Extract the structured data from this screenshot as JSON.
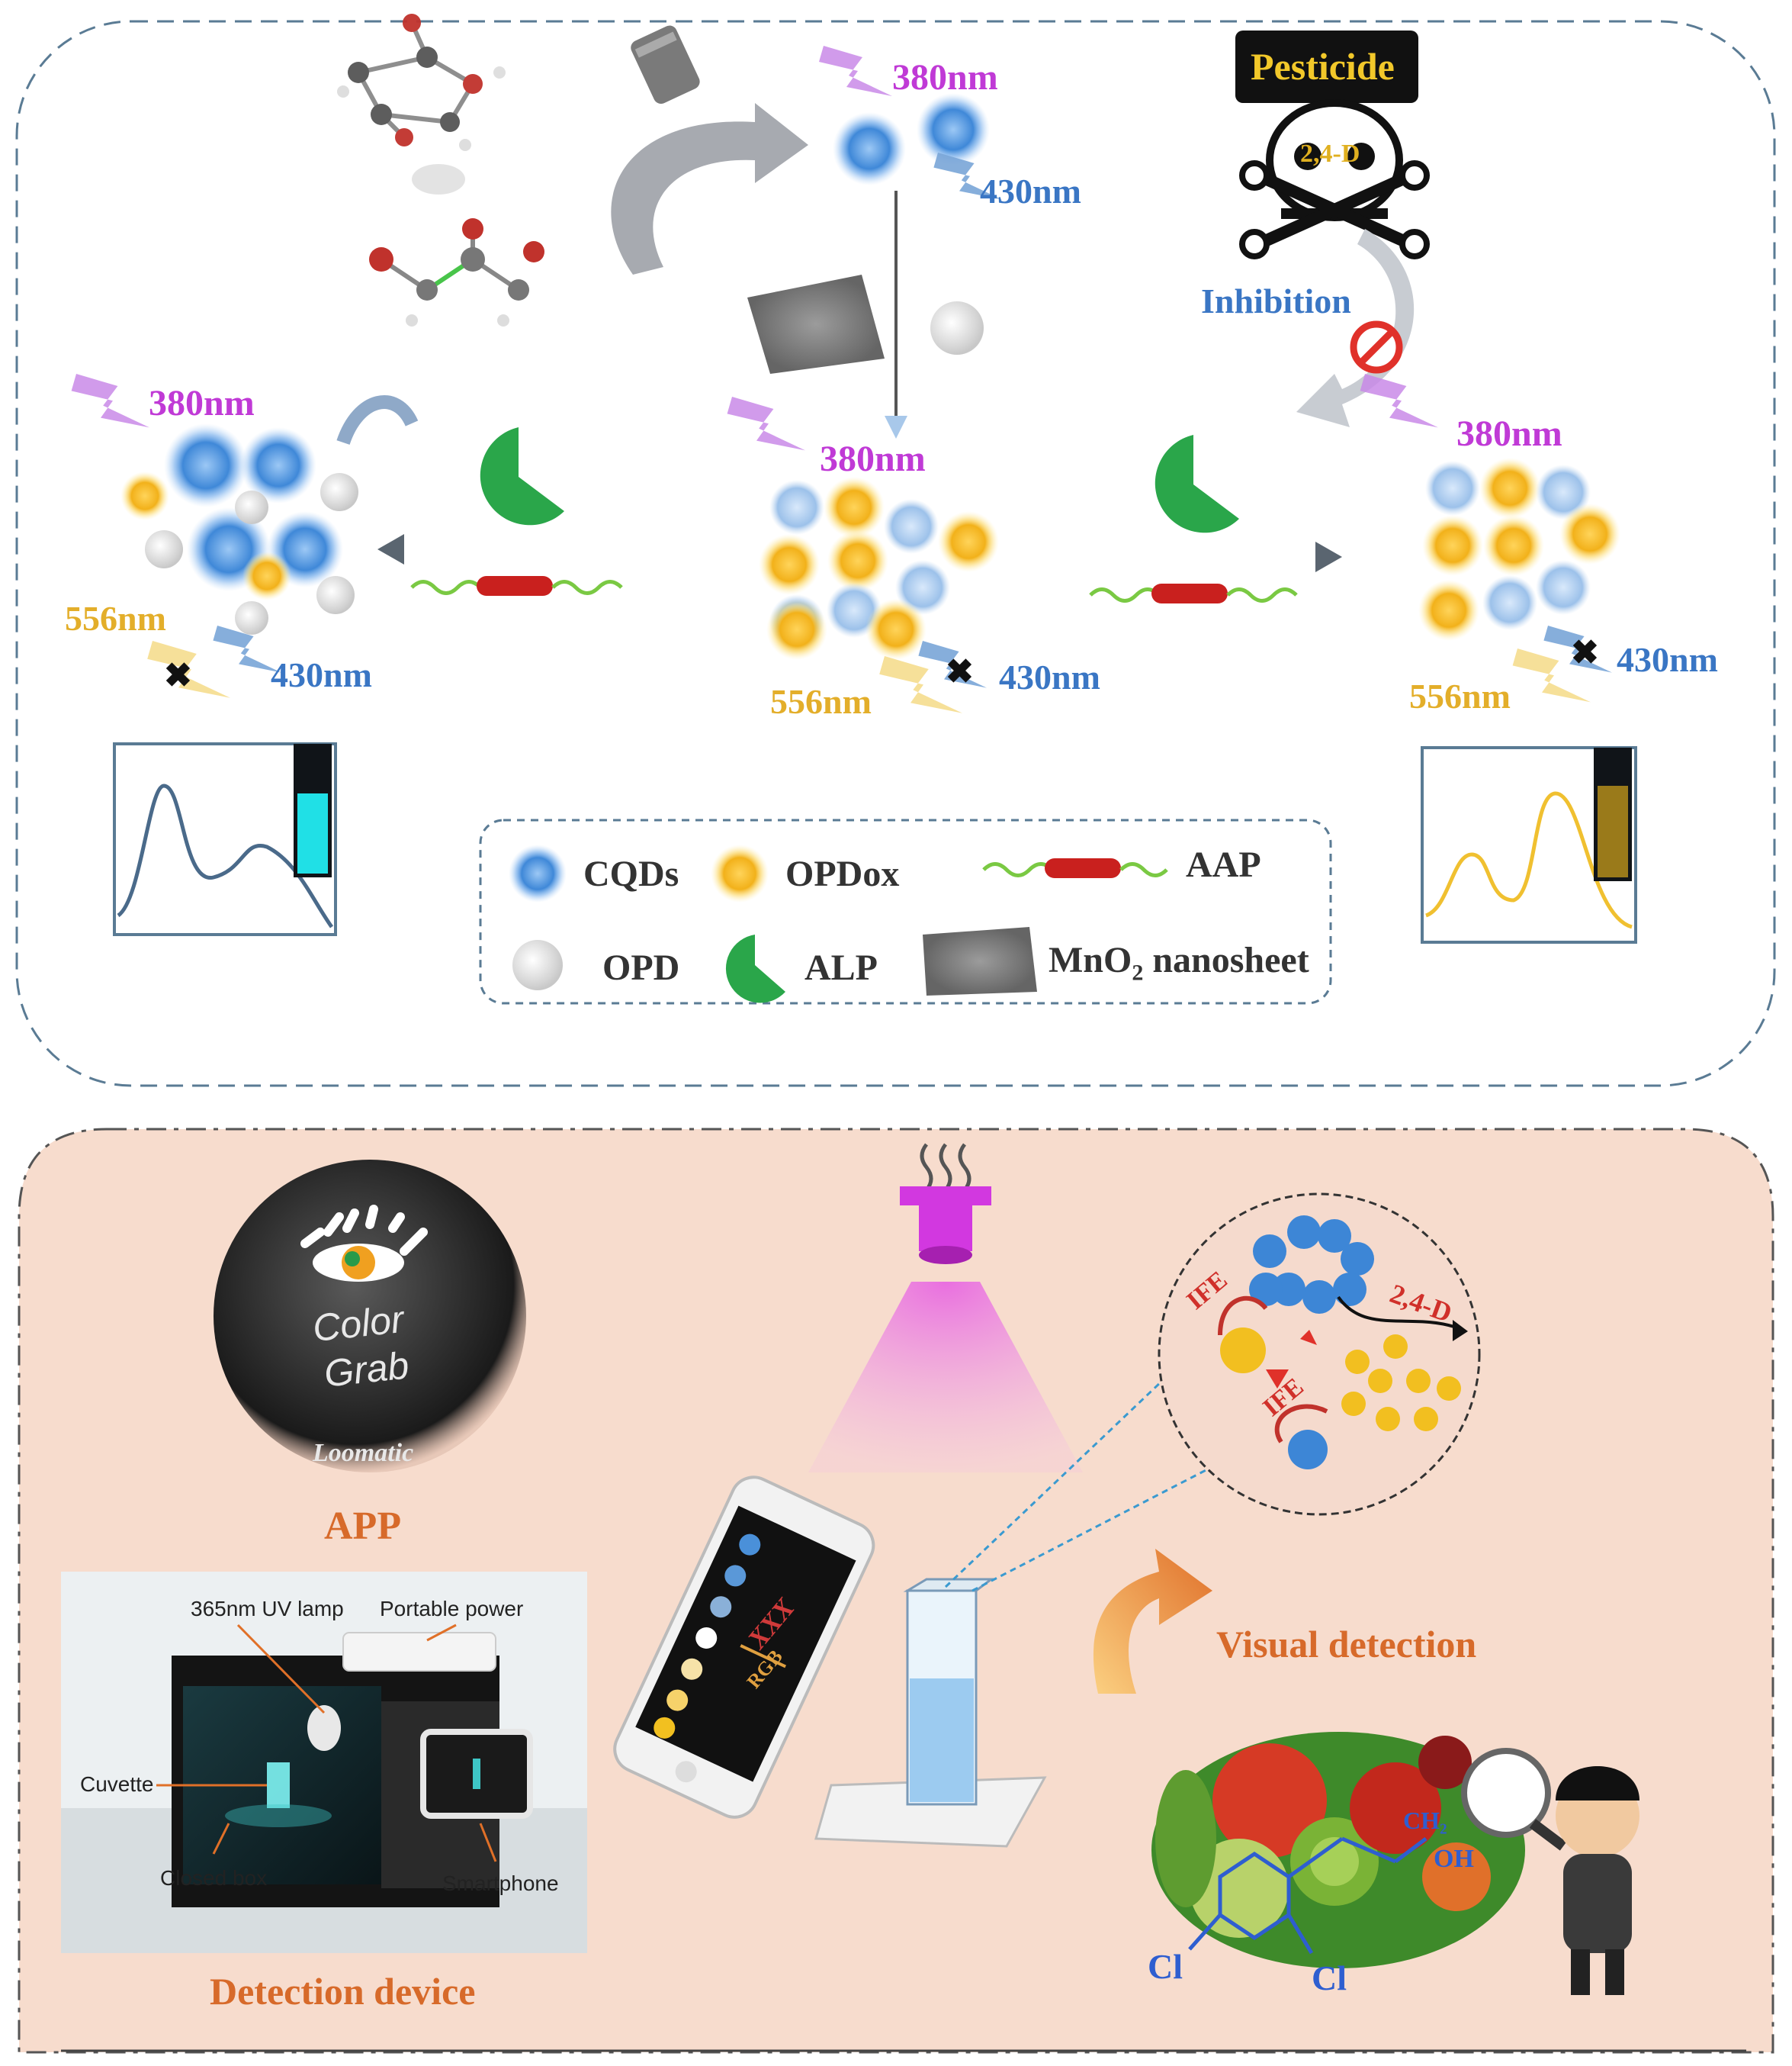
{
  "top_panel": {
    "wavelengths": {
      "w380": "380nm",
      "w430": "430nm",
      "w556": "556nm"
    },
    "pesticide_label": "Pesticide",
    "pesticide_name": "2,4-D",
    "inhibition_label": "Inhibition",
    "legend": {
      "cqds": "CQDs",
      "opdox": "OPDox",
      "aap": "AAP",
      "opd": "OPD",
      "alp": "ALP",
      "mno2_prefix": "MnO",
      "mno2_sub": "2",
      "mno2_suffix": " nanosheet"
    }
  },
  "bottom_panel": {
    "app_logo_line1": "Color",
    "app_logo_line2": "Grab",
    "app_logo_brand": "Loomatic",
    "app_label": "APP",
    "device_labels": {
      "uv_lamp": "365nm UV lamp",
      "portable_power": "Portable power",
      "cuvette": "Cuvette",
      "closed_box": "Closed box",
      "smartphone": "Smartphone"
    },
    "device_caption": "Detection device",
    "phone_text": "XXX",
    "phone_rgb": "RGB",
    "zoom_labels": {
      "ife_1": "IFE",
      "ife_2": "IFE",
      "pesticide": "2,4-D"
    },
    "visual_detection": "Visual detection",
    "chem_cl_1": "Cl",
    "chem_cl_2": "Cl",
    "chem_ch2": "CH₂",
    "chem_oh": "OH"
  },
  "colors": {
    "cqd_blue": "#4a90d9",
    "opdox_yellow": "#f2b820",
    "alp_green": "#2aa64a",
    "magenta": "#c03ad6",
    "label_blue": "#3a76c4",
    "label_yellow": "#e3ae2a",
    "bottom_bg": "#f7dccd",
    "accent_orange": "#d76a2a"
  }
}
